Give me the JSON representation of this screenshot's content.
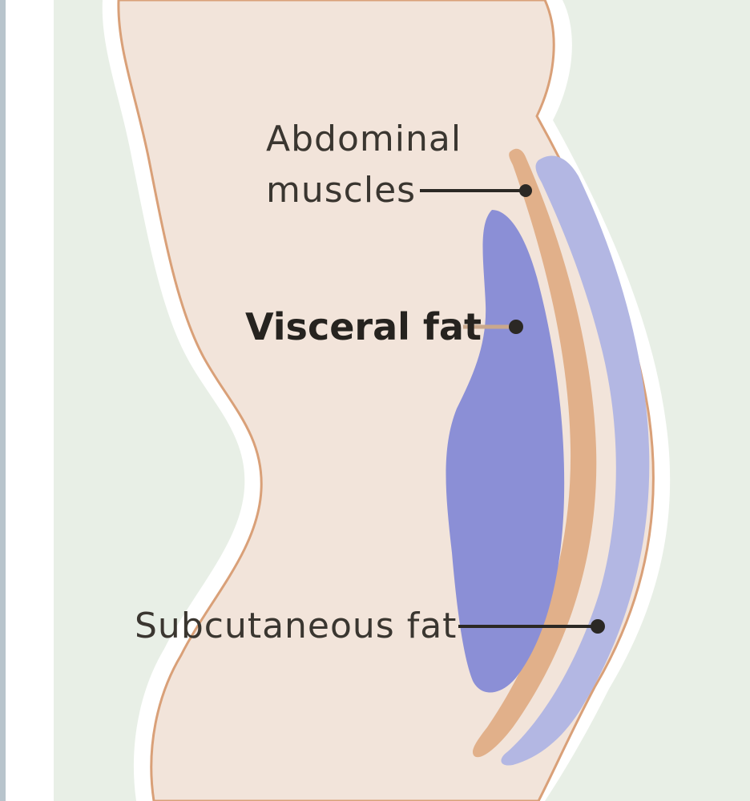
{
  "labels": {
    "abdominal_line1": "Abdominal",
    "abdominal_line2": "muscles",
    "visceral_fat": "Visceral fat",
    "subcutaneous_fat": "Subcutaneous fat"
  },
  "colors": {
    "background": "#e8efe6",
    "left_bar": "#b8c4cc",
    "body_fill": "#f2e4da",
    "body_outline": "#d9a078",
    "visceral_fat": "#8b8fd6",
    "subcutaneous_fat": "#b3b7e3",
    "muscle_band": "#e1b08a",
    "leader_line": "#2b2824"
  }
}
